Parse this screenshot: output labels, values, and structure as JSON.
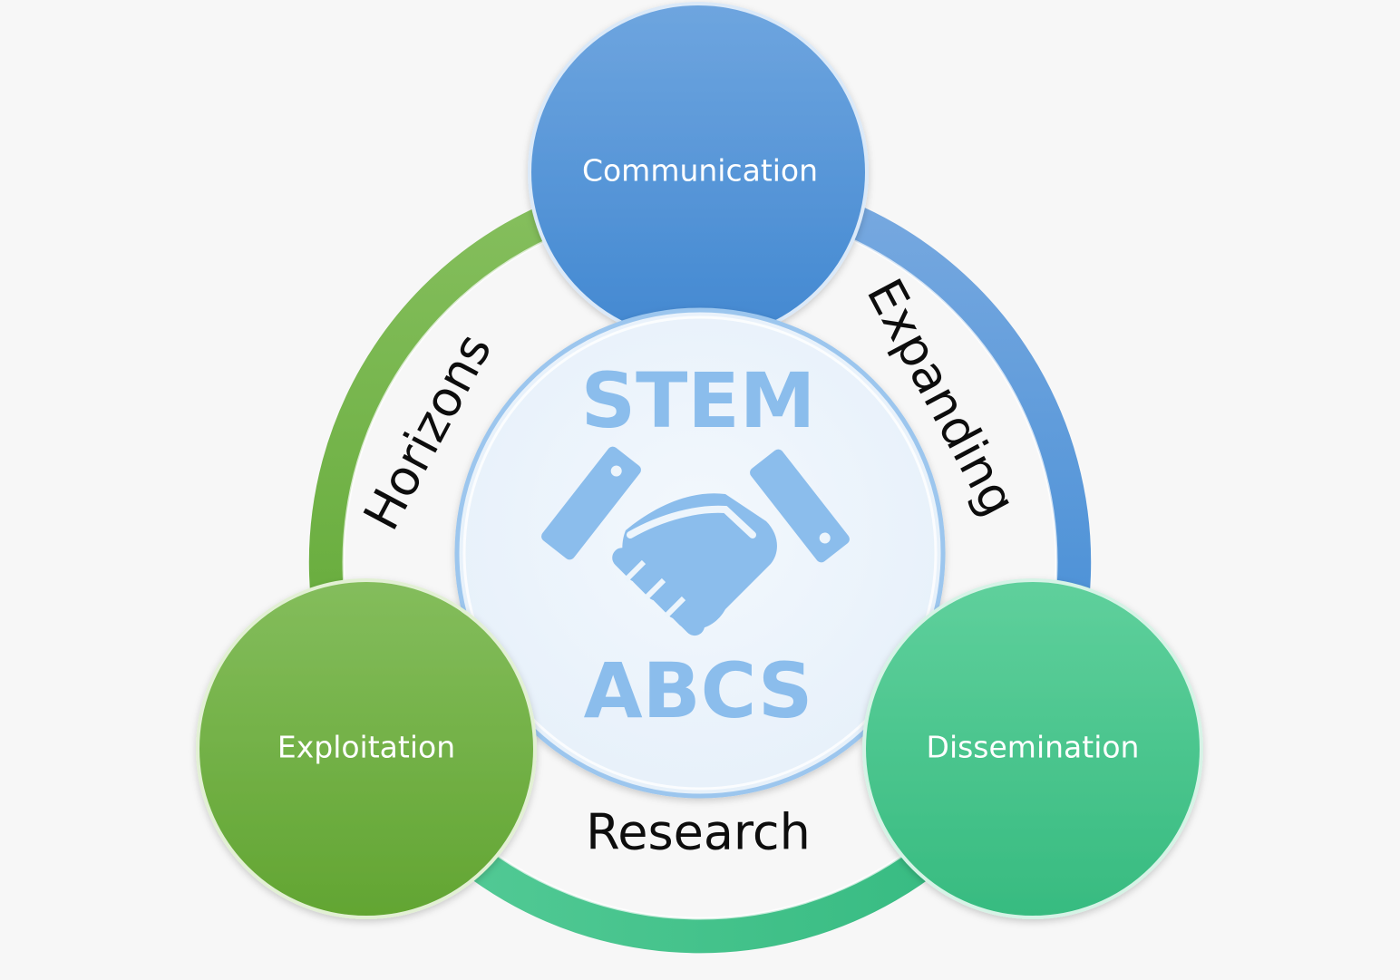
{
  "center": {
    "top_text": "STEM",
    "bottom_text": "ABCS",
    "icon": "handshake-icon"
  },
  "nodes": {
    "communication": "Communication",
    "exploitation": "Exploitation",
    "dissemination": "Dissemination"
  },
  "arc_labels": {
    "expanding": "Expanding",
    "horizons": "Horizons",
    "research": "Research"
  },
  "colors": {
    "background": "#f7f7f7",
    "blue": "#4a90d9",
    "green": "#6aaa3a",
    "teal": "#3dc48a",
    "center_fill": "#edf5fc",
    "center_accent": "#8bbdec"
  }
}
